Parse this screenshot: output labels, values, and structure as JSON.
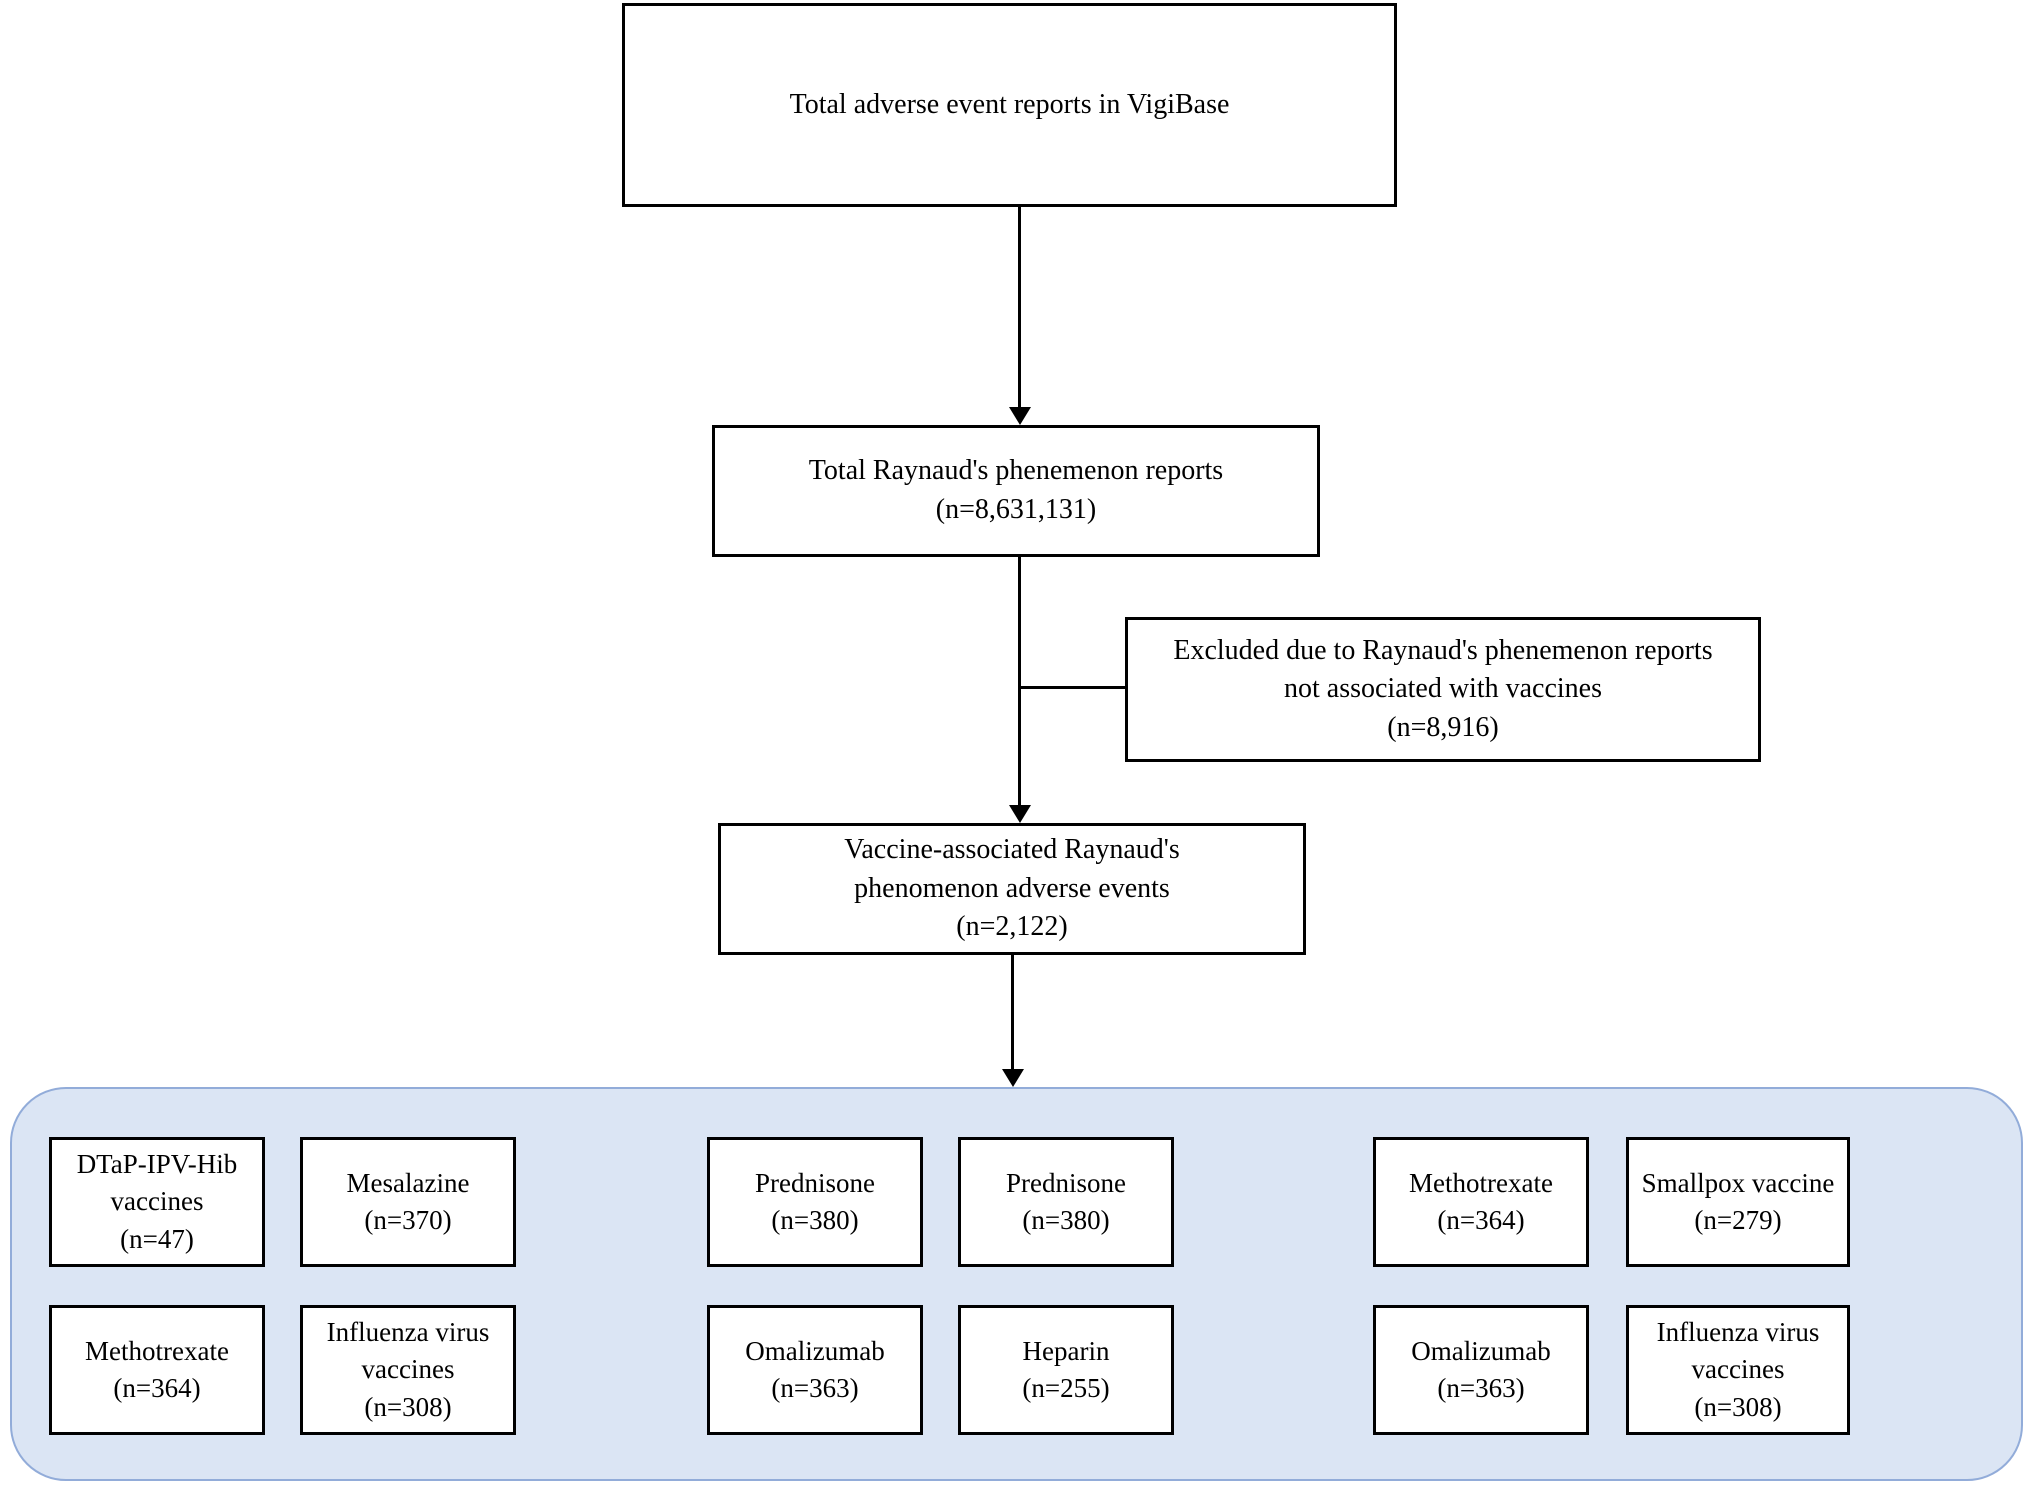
{
  "figure": {
    "top_box": {
      "text": "Total adverse event reports in VigiBase"
    },
    "total_box": {
      "line1": "Total Raynaud's phenemenon reports",
      "count": "(n=8,631,131)"
    },
    "excluded_box": {
      "line1": "Excluded due to Raynaud's phenemenon reports",
      "line2": "not associated with vaccines",
      "count": "(n=8,916)"
    },
    "vaccine_box": {
      "line1": "Vaccine-associated Raynaud's",
      "line2": "phenomenon adverse events",
      "count": "(n=2,122)"
    },
    "drug_panel": {
      "row1": [
        {
          "name": "DTaP-IPV-Hib vaccines",
          "count": "(n=47)"
        },
        {
          "name": "Mesalazine",
          "count": "(n=370)"
        },
        {
          "name": "Prednisone",
          "count": "(n=380)"
        },
        {
          "name": "Prednisone",
          "count": "(n=380)"
        },
        {
          "name": "Methotrexate",
          "count": "(n=364)"
        },
        {
          "name": "Smallpox vaccine",
          "count": "(n=279)"
        }
      ],
      "row2": [
        {
          "name": "Methotrexate",
          "count": "(n=364)"
        },
        {
          "name": "Influenza virus vaccines",
          "count": "(n=308)"
        },
        {
          "name": "Omalizumab",
          "count": "(n=363)"
        },
        {
          "name": "Heparin",
          "count": "(n=255)"
        },
        {
          "name": "Omalizumab",
          "count": "(n=363)"
        },
        {
          "name": "Influenza virus vaccines",
          "count": "(n=308)"
        }
      ]
    },
    "colors": {
      "panel_fill": "#dbe5f4",
      "panel_border": "#92acd9",
      "box_border": "#000000"
    }
  }
}
